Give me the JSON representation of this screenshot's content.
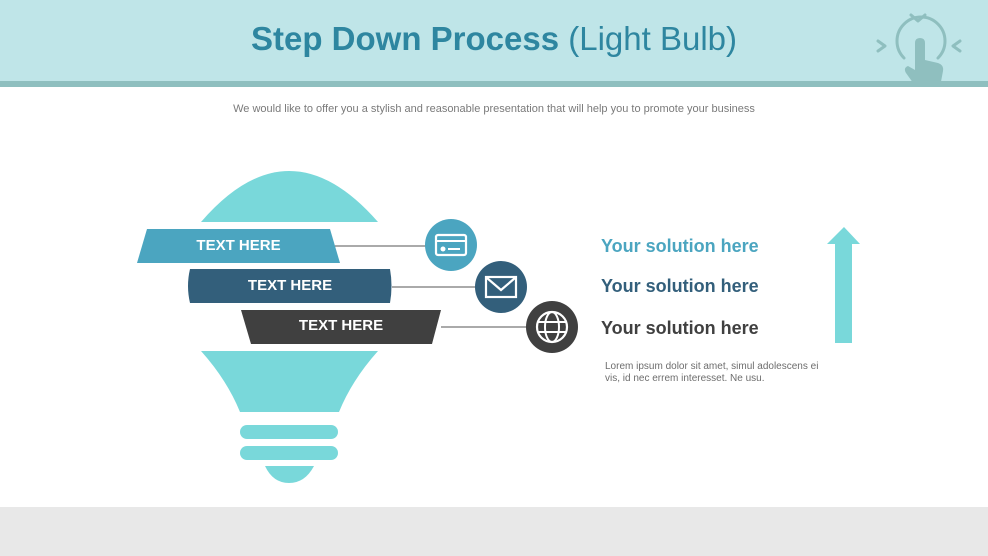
{
  "header": {
    "title_bold": "Step Down Process",
    "title_light": " (Light Bulb)",
    "icon": "touch-gesture-icon",
    "background": "#bfe5e8",
    "stripe_color": "#8fbfbf",
    "title_color": "#2e86a0"
  },
  "subtitle": "We would like to offer you a stylish and reasonable presentation that will help you to promote your business",
  "diagram": {
    "bulb_color": "#79d8da",
    "bands": [
      {
        "label": "TEXT HERE",
        "color": "#4ba5c0",
        "icon": "credit-card-icon"
      },
      {
        "label": "TEXT HERE",
        "color": "#335f7b",
        "icon": "envelope-icon"
      },
      {
        "label": "TEXT HERE",
        "color": "#404040",
        "icon": "globe-icon"
      }
    ],
    "connector_color": "#555555"
  },
  "solutions": [
    {
      "label": "Your solution here",
      "color": "#4ba5c0"
    },
    {
      "label": "Your solution here",
      "color": "#335f7b"
    },
    {
      "label": "Your solution here",
      "color": "#404040"
    }
  ],
  "description": "Lorem ipsum dolor sit amet, simul adolescens ei vis, id nec errem interesset. Ne usu.",
  "arrow": {
    "direction": "up",
    "color": "#79d8da",
    "icon": "arrow-up-icon"
  },
  "footer": {
    "background": "#e8e8e8"
  }
}
